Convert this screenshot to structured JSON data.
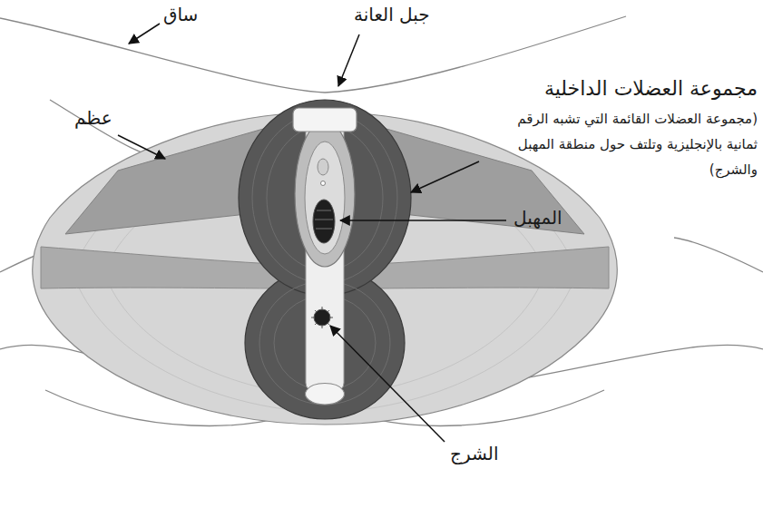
{
  "diagram": {
    "labels": [
      "ساق",
      "جبل العانة",
      "مجموعة العضلات الداخلية",
      "(مجموعة العضلات القائمة التي تشبه الرقم ثمانية بالإنجليزية وتلتف حول منطقة المهبل والشرج)",
      "عظم",
      "المهبل",
      "الشرج"
    ]
  }
}
